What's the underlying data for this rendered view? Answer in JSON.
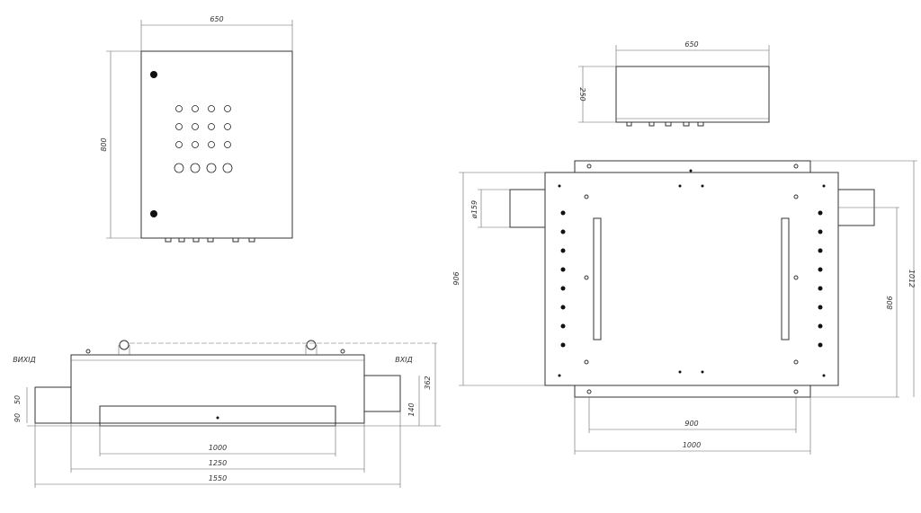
{
  "front_view": {
    "width_label": "650",
    "height_label": "800"
  },
  "top_view": {
    "width_label": "650",
    "height_label": "250"
  },
  "side_view": {
    "outlet_label": "ВИХІД",
    "inlet_label": "ВХІД",
    "dim_50": "50",
    "dim_90": "90",
    "dim_140": "140",
    "dim_362": "362",
    "dim_1000": "1000",
    "dim_1250": "1250",
    "dim_1550": "1550"
  },
  "plan_view": {
    "dia_label": "ø159",
    "dim_906": "906",
    "dim_806": "806",
    "dim_1012": "1012",
    "dim_900": "900",
    "dim_1000": "1000"
  }
}
